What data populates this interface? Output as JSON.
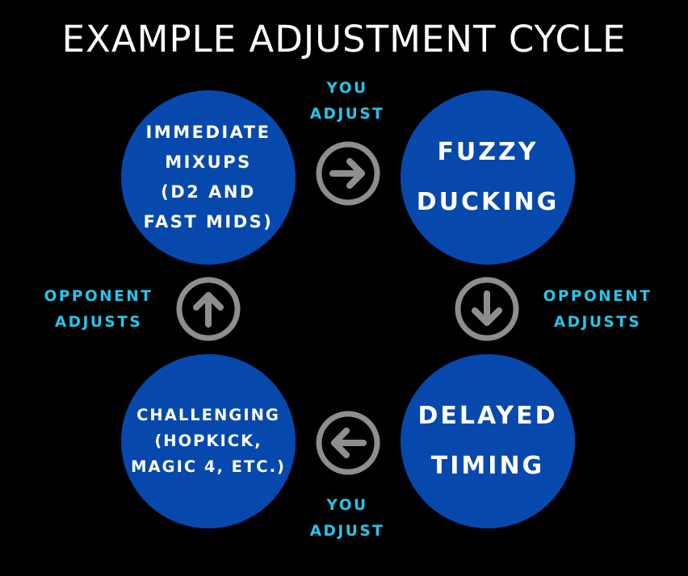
{
  "title": "EXAMPLE ADJUSTMENT CYCLE",
  "nodes": {
    "top_left": "IMMEDIATE\nMIXUPS\n(D2 AND\nFAST MIDS)",
    "top_right": "FUZZY\nDUCKING",
    "bottom_right": "DELAYED\nTIMING",
    "bottom_left": "CHALLENGING\n(HOPKICK,\nMAGIC 4, ETC.)"
  },
  "edges": {
    "top": "YOU\nADJUST",
    "right": "OPPONENT\nADJUSTS",
    "bottom": "YOU\nADJUST",
    "left": "OPPONENT\nADJUSTS"
  },
  "icons": {
    "top": "arrow-right-circle-icon",
    "right": "arrow-down-circle-icon",
    "bottom": "arrow-left-circle-icon",
    "left": "arrow-up-circle-icon"
  },
  "colors": {
    "background": "#000000",
    "node_fill": "#0748ad",
    "node_text": "#ffffff",
    "edge_label": "#27c4ea",
    "arrow": "#8e8e8e"
  }
}
